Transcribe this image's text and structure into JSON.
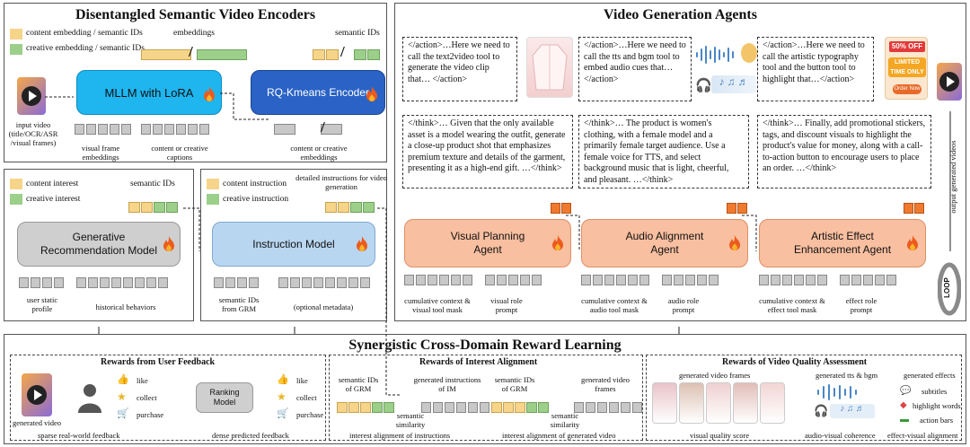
{
  "encoders": {
    "title": "Disentangled Semantic Video Encoders",
    "legend_content": "content embedding / semantic IDs",
    "legend_creative": "creative embedding / semantic IDs",
    "embeddings": "embeddings",
    "semantic_ids": "semantic IDs",
    "mllm": "MLLM with LoRA",
    "rq": "RQ-Kmeans Encoder",
    "input_video": "input video (title/OCR/ASR /visual frames)",
    "visual_frame": "visual frame embeddings",
    "captions": "content or creative captions",
    "cc_emb": "content or creative embeddings",
    "slash": "/"
  },
  "grm_panel": {
    "legend_content": "content interest",
    "legend_creative": "creative interest",
    "semantic_ids": "semantic IDs",
    "model": "Generative Recommendation Model",
    "user_profile": "user static profile",
    "history": "historical behaviors"
  },
  "im_panel": {
    "legend_content": "content instruction",
    "legend_creative": "creative instruction",
    "detailed": "detailed instructions for video generation",
    "model": "Instruction Model",
    "sem_grm": "semantic IDs from GRM",
    "metadata": "(optional metadata)"
  },
  "agents": {
    "title": "Video Generation Agents",
    "action1": "</action>…Here we need to call the text2video tool to generate the video clip that… </action>",
    "action2": "</action>…Here we need to call the tts and bgm tool to embed audio cues that…</action>",
    "action3": "</action>…Here we need to call the artistic typography tool and the button tool to  highlight that…</action>",
    "think1": "</think>… Given that the only available asset is a model wearing the outfit, generate a close-up product shot that emphasizes premium texture and details of the garment, presenting it as a high-end gift. …</think>",
    "think2": "</think>… The product is women's clothing, with a female model and a primarily female target audience. Use a female voice for TTS, and select background music that is light, cheerful, and pleasant. …</think>",
    "think3": "</think>… Finally, add promotional stickers, tags, and discount visuals to highlight the product's value for money, along with a call-to-action button to encourage users to place an order. …</think>",
    "agent1": "Visual Planning Agent",
    "agent2": "Audio Alignment Agent",
    "agent3": "Artistic Effect Enhancement Agent",
    "ctx1": "cumulative context & visual tool mask",
    "role1": "visual role prompt",
    "ctx2": "cumulative context & audio tool mask",
    "role2": "audio role prompt",
    "ctx3": "cumulative context & effect tool mask",
    "role3": "effect role prompt",
    "output": "output generated videos",
    "loop": "LOOP",
    "sticker1": "50% OFF",
    "sticker2": "LIMITED TIME ONLY",
    "sticker3": "Order Now"
  },
  "reward": {
    "title": "Synergistic Cross-Domain Reward Learning",
    "uf_title": "Rewards from User Feedback",
    "like": "like",
    "collect": "collect",
    "purchase": "purchase",
    "ranking": "Ranking Model",
    "gen_video": "generated video",
    "sparse": "sparse real-world feedback",
    "dense": "dense predicted feedback",
    "ia_title": "Rewards of Interest Alignment",
    "sem_grm": "semantic IDs of GRM",
    "gen_instr": "generated instructions of IM",
    "gen_frames": "generated video frames",
    "sim": "semantic similarity",
    "align_instr": "interest alignment of instructions",
    "align_video": "interest alignment of generated video",
    "vq_title": "Rewards of Video Quality Assessment",
    "tts_bgm": "generated tts & bgm",
    "effects": "generated effects",
    "subtitles": "subtitles",
    "highlight": "highlight words",
    "action_bars": "action bars",
    "vq_score": "visual quality score",
    "av": "audio-visual coherence",
    "ev": "effect-visual alignment"
  }
}
